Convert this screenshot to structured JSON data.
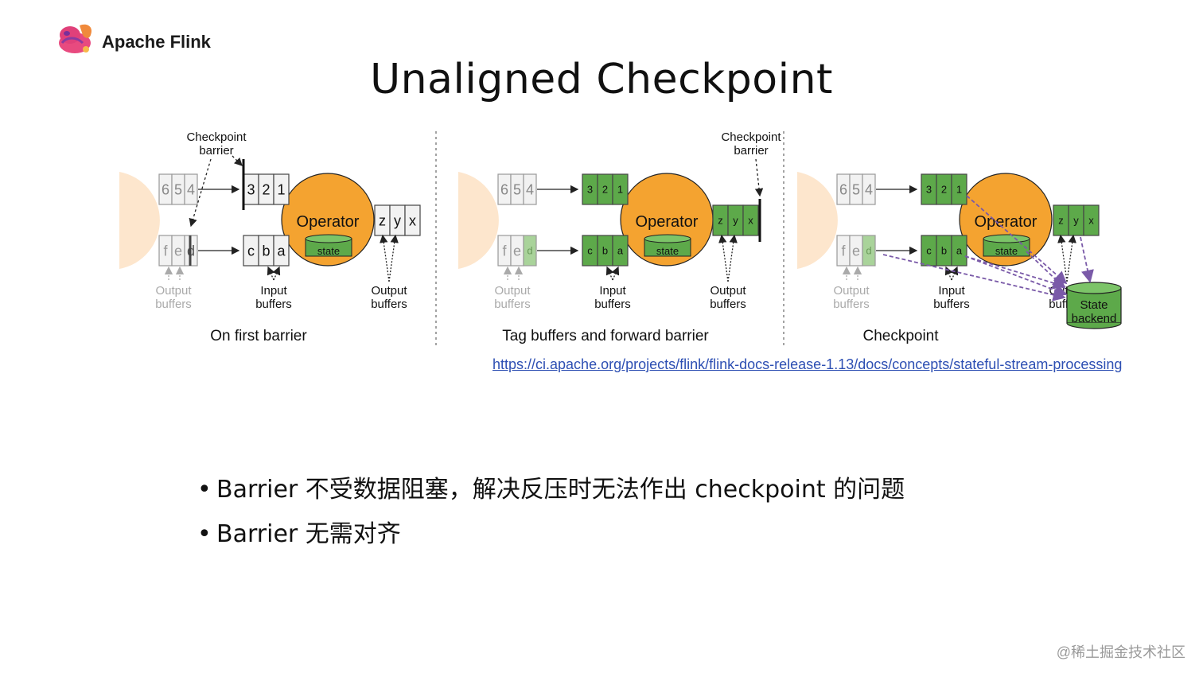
{
  "brand": {
    "name": "Apache Flink",
    "logo_icon": "flink-squirrel-icon"
  },
  "title": "Unaligned Checkpoint",
  "diagram": {
    "colors": {
      "operator": "#f4a330",
      "green": "#5da94a",
      "light_green": "#a9d39a",
      "gray_box": "#f2f2f2",
      "purple": "#7a5aa8"
    },
    "labels": {
      "checkpoint_barrier_1": "Checkpoint",
      "checkpoint_barrier_2": "barrier",
      "operator": "Operator",
      "state": "state",
      "output_1": "Output",
      "output_2": "buffers",
      "input_1": "Input",
      "input_2": "buffers",
      "state_backend_1": "State",
      "state_backend_2": "backend"
    },
    "buffers": {
      "top_in": [
        "6",
        "5",
        "4"
      ],
      "bottom_in": [
        "f",
        "e",
        "d"
      ],
      "top_op": [
        "3",
        "2",
        "1"
      ],
      "bottom_op": [
        "c",
        "b",
        "a"
      ],
      "out": [
        "z",
        "y",
        "x"
      ]
    },
    "panels": [
      {
        "caption": "On first barrier"
      },
      {
        "caption": "Tag buffers and forward barrier"
      },
      {
        "caption": "Checkpoint"
      }
    ]
  },
  "link": "https://ci.apache.org/projects/flink/flink-docs-release-1.13/docs/concepts/stateful-stream-processing",
  "bullets": [
    "Barrier 不受数据阻塞，解决反压时无法作出 checkpoint 的问题",
    "Barrier 无需对齐"
  ],
  "bullet_symbol": "•",
  "watermark": "@稀土掘金技术社区"
}
